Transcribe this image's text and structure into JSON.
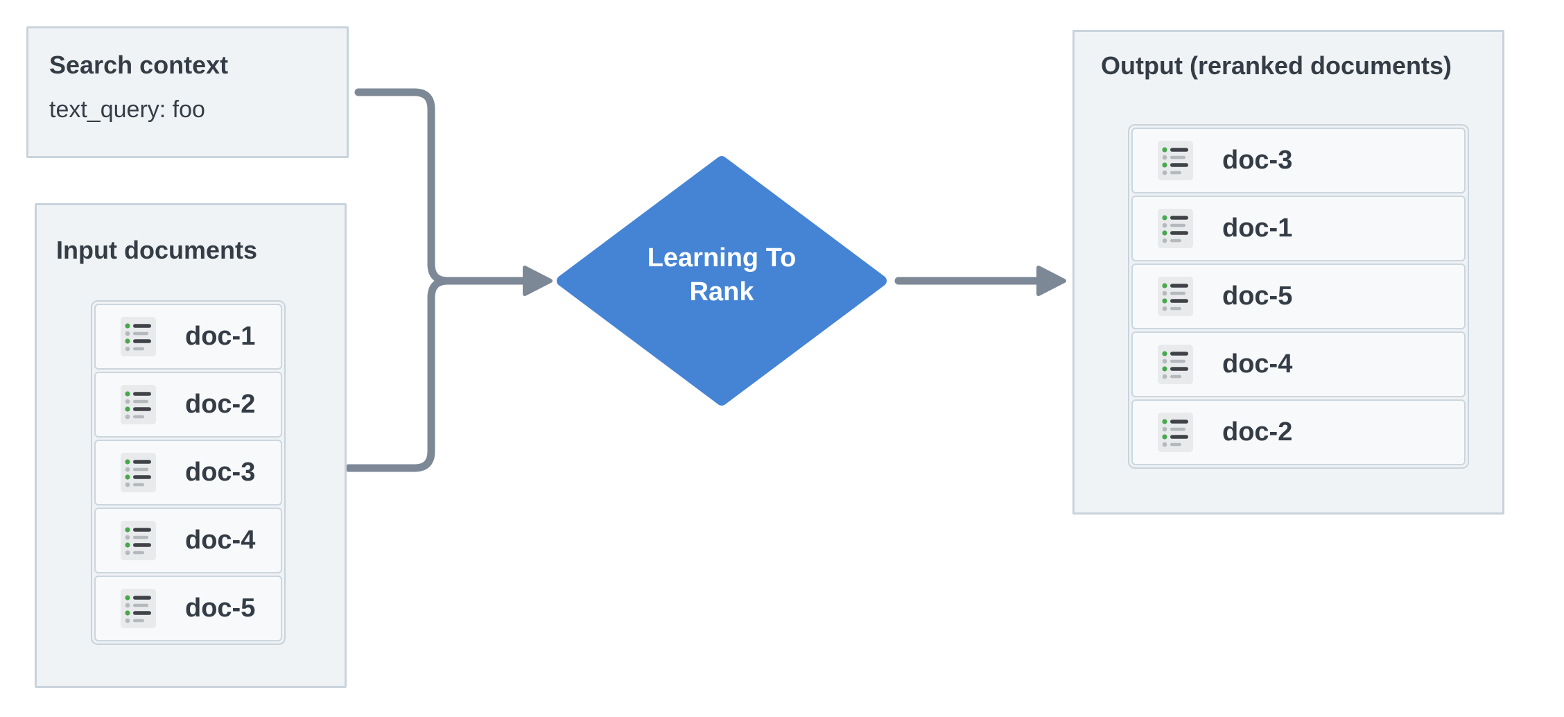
{
  "search_context": {
    "title": "Search context",
    "query_line": "text_query: foo"
  },
  "input_documents": {
    "title": "Input documents",
    "items": [
      "doc-1",
      "doc-2",
      "doc-3",
      "doc-4",
      "doc-5"
    ]
  },
  "rank_node": {
    "label": "Learning To Rank"
  },
  "output_documents": {
    "title": "Output (reranked documents)",
    "items": [
      "doc-3",
      "doc-1",
      "doc-5",
      "doc-4",
      "doc-2"
    ]
  },
  "icons": {
    "document_icon": "list-icon"
  },
  "colors": {
    "diamond": "#4584d4",
    "arrow": "#7d8896",
    "panel_bg": "#f0f3f5",
    "panel_border": "#c8d3dc",
    "item_bg": "#f7f9fa",
    "item_border": "#ccd6de",
    "text": "#343c46",
    "icon_green": "#49a84f",
    "icon_gray": "#b4b9bd",
    "icon_dark": "#3f4348",
    "icon_bg": "#e9eaeb"
  }
}
